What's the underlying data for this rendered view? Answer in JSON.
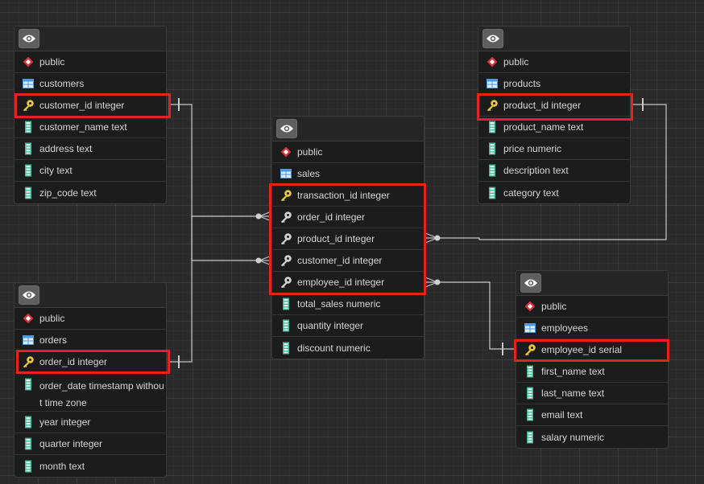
{
  "diagram": {
    "type": "entity-relationship",
    "theme_colors": {
      "canvas_bg": "#2a2a2b",
      "node_bg": "#1c1c1c",
      "highlight": "#e4231f",
      "link": "#c8c8c8",
      "pk_key": "#e8c640",
      "fk_key": "#cfcfcf",
      "column_icon": "#3fb89a",
      "schema_icon": "#d8333f",
      "table_icon": "#4b9be0"
    },
    "tables": {
      "customers": {
        "schema": "public",
        "name": "customers",
        "columns": [
          {
            "label": "customer_id integer",
            "kind": "pk",
            "highlighted": true
          },
          {
            "label": "customer_name text",
            "kind": "column"
          },
          {
            "label": "address text",
            "kind": "column"
          },
          {
            "label": "city text",
            "kind": "column"
          },
          {
            "label": "zip_code text",
            "kind": "column"
          }
        ]
      },
      "orders": {
        "schema": "public",
        "name": "orders",
        "columns": [
          {
            "label": "order_id integer",
            "kind": "pk",
            "highlighted": true
          },
          {
            "label": "order_date timestamp without time zone",
            "kind": "column"
          },
          {
            "label": "year integer",
            "kind": "column"
          },
          {
            "label": "quarter integer",
            "kind": "column"
          },
          {
            "label": "month text",
            "kind": "column"
          }
        ]
      },
      "sales": {
        "schema": "public",
        "name": "sales",
        "columns": [
          {
            "label": "transaction_id integer",
            "kind": "pk",
            "highlighted": true
          },
          {
            "label": "order_id integer",
            "kind": "fk",
            "highlighted": true
          },
          {
            "label": "product_id integer",
            "kind": "fk",
            "highlighted": true
          },
          {
            "label": "customer_id integer",
            "kind": "fk",
            "highlighted": true
          },
          {
            "label": "employee_id integer",
            "kind": "fk",
            "highlighted": true
          },
          {
            "label": "total_sales numeric",
            "kind": "column"
          },
          {
            "label": "quantity integer",
            "kind": "column"
          },
          {
            "label": "discount numeric",
            "kind": "column"
          }
        ]
      },
      "products": {
        "schema": "public",
        "name": "products",
        "columns": [
          {
            "label": "product_id integer",
            "kind": "pk",
            "highlighted": true
          },
          {
            "label": "product_name text",
            "kind": "column"
          },
          {
            "label": "price numeric",
            "kind": "column"
          },
          {
            "label": "description text",
            "kind": "column"
          },
          {
            "label": "category text",
            "kind": "column"
          }
        ]
      },
      "employees": {
        "schema": "public",
        "name": "employees",
        "columns": [
          {
            "label": "employee_id serial",
            "kind": "pk",
            "highlighted": true
          },
          {
            "label": "first_name text",
            "kind": "column"
          },
          {
            "label": "last_name text",
            "kind": "column"
          },
          {
            "label": "email text",
            "kind": "column"
          },
          {
            "label": "salary numeric",
            "kind": "column"
          }
        ]
      }
    },
    "relationships": [
      {
        "from": "customers.customer_id",
        "to": "sales.customer_id",
        "cardinality": "one-to-many"
      },
      {
        "from": "orders.order_id",
        "to": "sales.order_id",
        "cardinality": "one-to-many"
      },
      {
        "from": "products.product_id",
        "to": "sales.product_id",
        "cardinality": "one-to-many"
      },
      {
        "from": "employees.employee_id",
        "to": "sales.employee_id",
        "cardinality": "one-to-many"
      }
    ]
  }
}
